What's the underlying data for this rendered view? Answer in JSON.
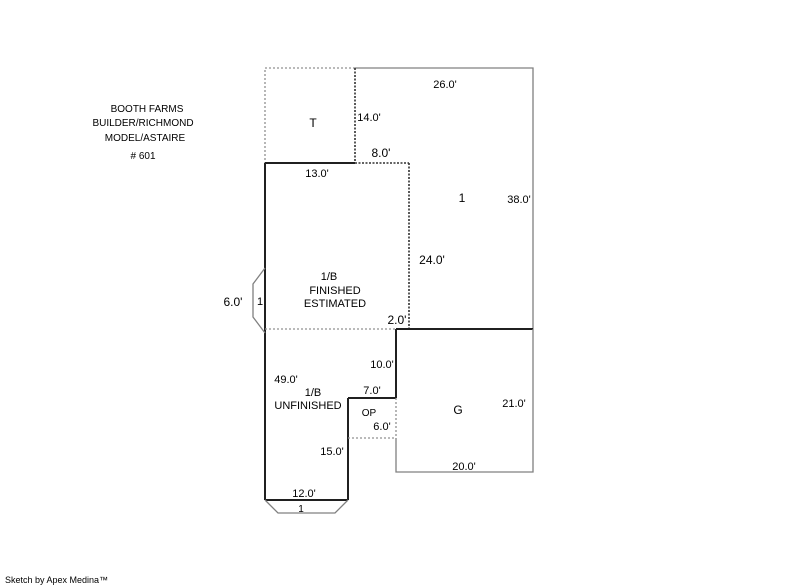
{
  "header": {
    "lines": [
      "BOOTH FARMS",
      "BUILDER/RICHMOND",
      "MODEL/ASTAIRE",
      "# 601"
    ]
  },
  "areas": {
    "t": "T",
    "first": "1",
    "finished": [
      "1/B",
      "FINISHED",
      "ESTIMATED"
    ],
    "unfinished": [
      "1/B",
      "UNFINISHED"
    ],
    "op": "OP",
    "garage": "G",
    "bay_left": "1",
    "bay_bottom": "1"
  },
  "dimensions": {
    "d26": "26.0'",
    "d14": "14.0'",
    "d8": "8.0'",
    "d13": "13.0'",
    "d38": "38.0'",
    "d24": "24.0'",
    "d6_bay": "6.0'",
    "d2": "2.0'",
    "d10": "10.0'",
    "d49": "49.0'",
    "d7": "7.0'",
    "d6_op": "6.0'",
    "d21": "21.0'",
    "d15": "15.0'",
    "d20": "20.0'",
    "d12": "12.0'"
  },
  "footer": "Sketch by Apex Medina™"
}
